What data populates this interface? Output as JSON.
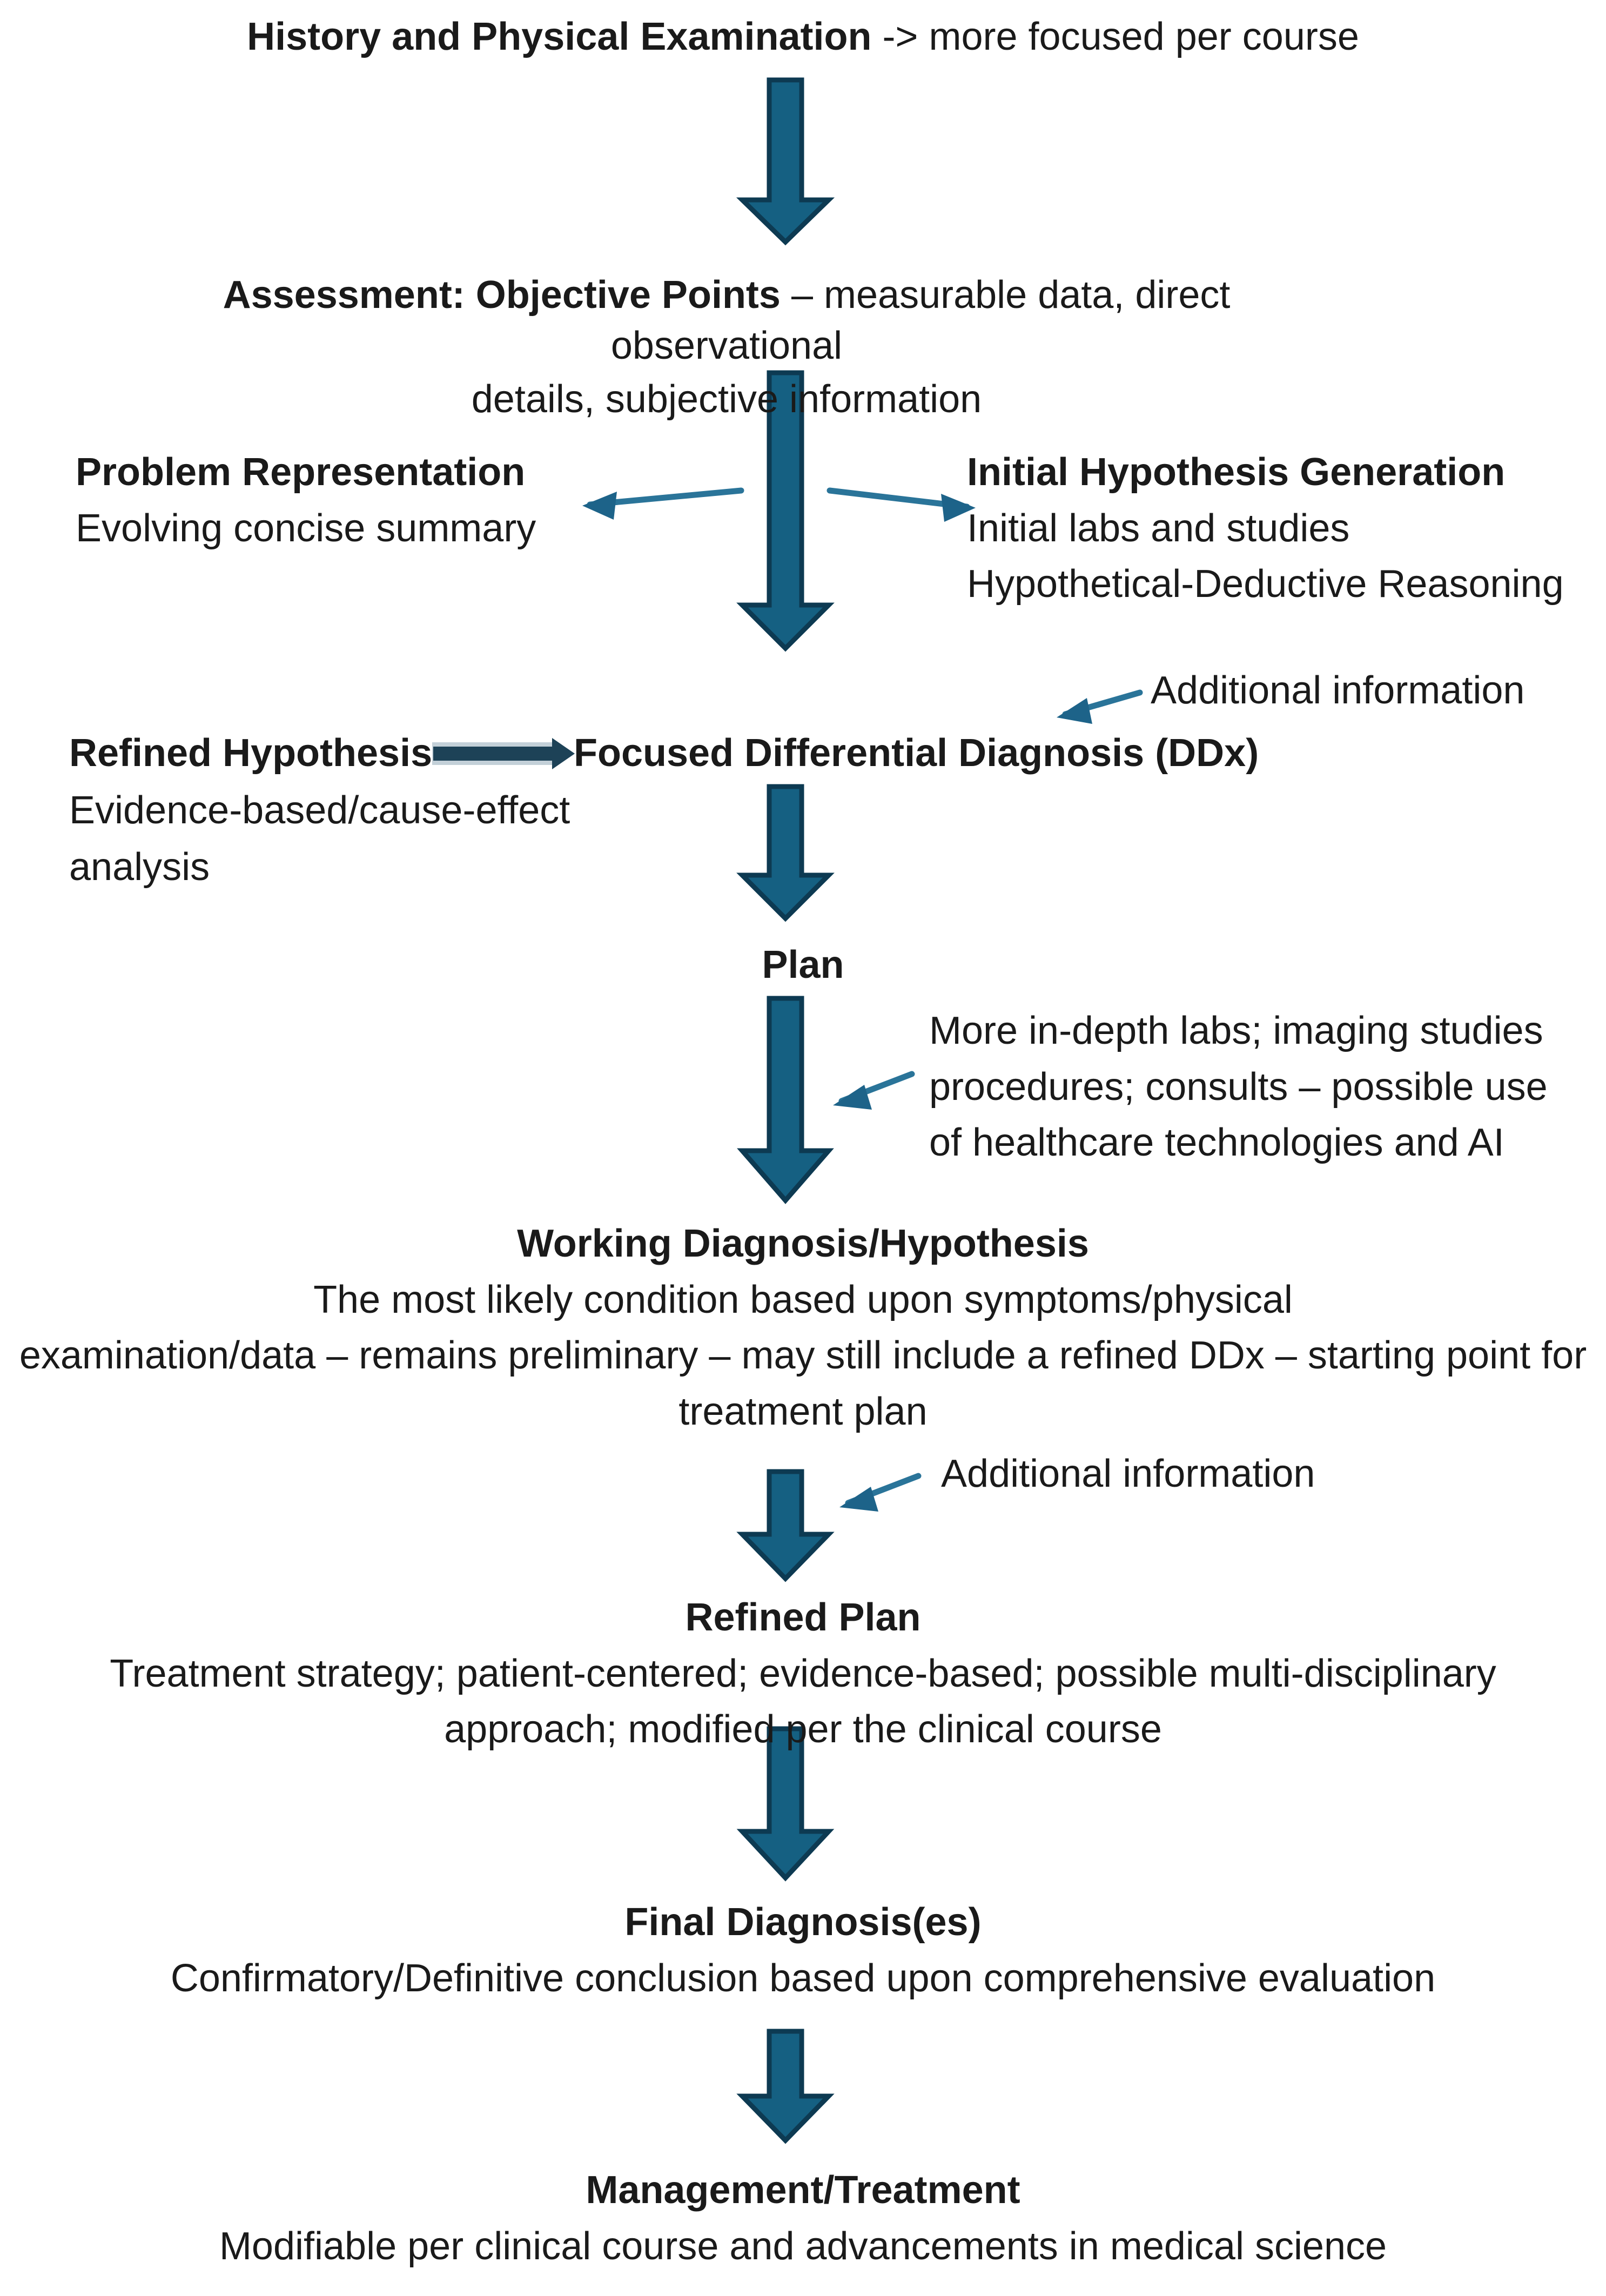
{
  "meta": {
    "title": "Clinical Reasoning / Diagnostic Process Flowchart",
    "accent_blue": "#156082",
    "accent_blue_dark": "#0d3a52",
    "thin_arrow_blue": "#2a7499",
    "bar_dark": "#1d4257",
    "bar_edge": "#c3d0d8",
    "text_color": "#1a1a1a",
    "background": "#ffffff"
  },
  "steps": {
    "history": {
      "heading": "History and Physical Examination",
      "detail": " -> more focused per course"
    },
    "assessment": {
      "heading": "Assessment: Objective Points",
      "detail": " – measurable data, direct observational",
      "detail_line2": "details, subjective information"
    },
    "problem_representation": {
      "heading": "Problem Representation",
      "line1": "Evolving concise summary"
    },
    "initial_hypothesis": {
      "heading": "Initial Hypothesis Generation",
      "line1": "Initial labs and studies",
      "line2": "Hypothetical-Deductive Reasoning"
    },
    "refined_hypothesis": {
      "heading": "Refined Hypothesis",
      "line1": "Evidence-based/cause-effect",
      "line2": "analysis"
    },
    "focused_ddx": {
      "heading": "Focused Differential Diagnosis (DDx)"
    },
    "plan": {
      "heading": "Plan"
    },
    "working_diagnosis": {
      "heading": "Working Diagnosis/Hypothesis",
      "line1": "The most likely condition based upon symptoms/physical",
      "line2": "examination/data – remains preliminary – may still include a refined DDx – starting point for",
      "line3": "treatment plan"
    },
    "refined_plan": {
      "heading": "Refined Plan",
      "line1": "Treatment strategy; patient-centered; evidence-based; possible multi-disciplinary",
      "line2": "approach; modified per the clinical course"
    },
    "final_diagnosis": {
      "heading": "Final Diagnosis(es)",
      "line1": "Confirmatory/Definitive conclusion based upon comprehensive evaluation"
    },
    "management": {
      "heading": "Management/Treatment",
      "line1": "Modifiable per clinical course and advancements in medical science"
    }
  },
  "annotations": {
    "additional_info_ddx": "Additional information",
    "additional_info_refined_plan": "Additional information",
    "plan_detail": {
      "line1": "More in-depth labs; imaging studies",
      "line2": "procedures; consults – possible use",
      "line3": "of healthcare technologies and AI"
    }
  },
  "connectors": {
    "history_to_assessment": "down-block-arrow",
    "assessment_to_ddx": "down-block-arrow",
    "assessment_to_problem_representation": "diagonal-arrow-left",
    "assessment_to_initial_hypothesis": "diagonal-arrow-right",
    "refined_hypothesis_to_ddx": "right-bar-arrow",
    "ddx_to_plan": "down-block-arrow",
    "plan_to_working_diagnosis": "down-block-arrow",
    "working_diagnosis_to_refined_plan": "down-block-arrow",
    "refined_plan_to_final_diagnosis": "down-block-arrow",
    "final_diagnosis_to_management": "down-block-arrow",
    "additional_info_ddx_arrow": "diagonal-arrow-left",
    "additional_info_refined_plan_arrow": "diagonal-arrow-left",
    "plan_detail_arrow": "diagonal-arrow-left"
  }
}
